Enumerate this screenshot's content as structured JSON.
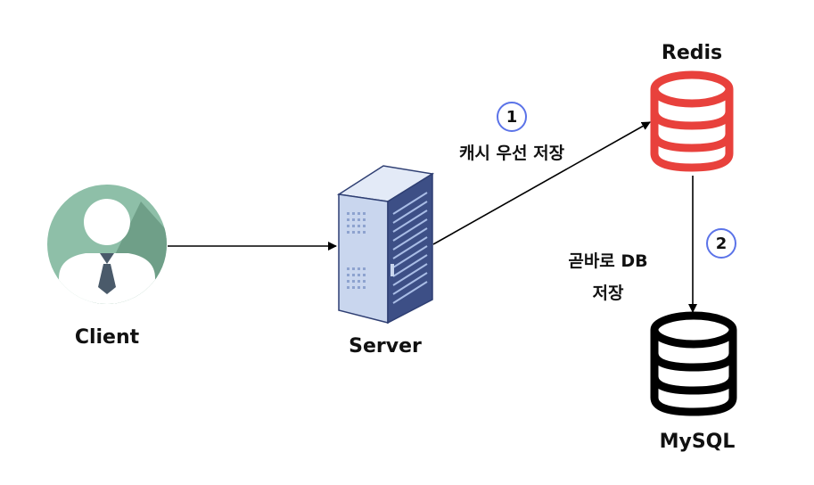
{
  "nodes": {
    "client": {
      "label": "Client",
      "icon": "user-avatar-icon"
    },
    "server": {
      "label": "Server",
      "icon": "server-rack-icon"
    },
    "redis": {
      "label": "Redis",
      "icon": "database-icon"
    },
    "mysql": {
      "label": "MySQL",
      "icon": "database-icon"
    }
  },
  "steps": [
    {
      "number": "1",
      "label": "캐시 우선 저장"
    },
    {
      "number": "2",
      "label_line1": "곧바로 DB",
      "label_line2": "저장"
    }
  ],
  "colors": {
    "client_circle": "#8ebfa8",
    "redis": "#e8413c",
    "mysql": "#000000",
    "server_body": "#c9d6ee",
    "server_dark": "#2f3f73",
    "badge_border": "#5b73e8",
    "arrow": "#000000"
  }
}
